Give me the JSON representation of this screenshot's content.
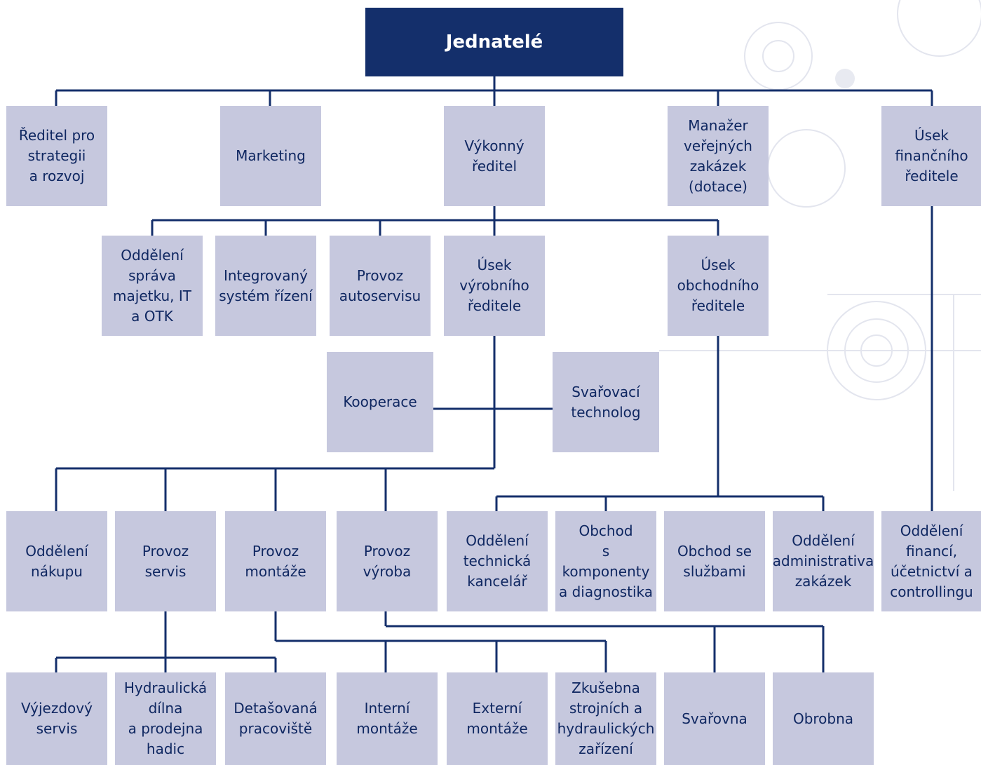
{
  "nodes": {
    "jednatele": "Jednatelé",
    "reditel_strategie": "Ředitel pro\nstrategii\na rozvoj",
    "marketing": "Marketing",
    "vykonny_reditel": "Výkonný\nředitel",
    "manazer_zakazek": "Manažer\nveřejných\nzakázek\n(dotace)",
    "usek_financniho": "Úsek\nfinančního\nředitele",
    "oddeleni_sprava": "Oddělení\nspráva\nmajetku, IT\na OTK",
    "integrovany_system": "Integrovaný\nsystém řízení",
    "provoz_autoservisu": "Provoz\nautoservisu",
    "usek_vyrobniho": "Úsek\nvýrobního\nředitele",
    "usek_obchodniho": "Úsek\nobchodního\nředitele",
    "kooperace": "Kooperace",
    "svarovaci_technolog": "Svařovací\ntechnolog",
    "oddeleni_nakupu": "Oddělení\nnákupu",
    "provoz_servis": "Provoz\nservis",
    "provoz_montaze": "Provoz\nmontáže",
    "provoz_vyroba": "Provoz\nvýroba",
    "oddeleni_technicka": "Oddělení\ntechnická\nkancelář",
    "obchod_komponenty": "Obchod\ns komponenty\na diagnostika",
    "obchod_sluzbami": "Obchod se\nslužbami",
    "oddeleni_administrativa": "Oddělení\nadministrativa\nzakázek",
    "oddeleni_financi": "Oddělení\nfinancí,\núčetnictví a\ncontrollingu",
    "vyjezdovy_servis": "Výjezdový\nservis",
    "hydraulicka_dilna": "Hydraulická\ndílna\na prodejna\nhadic",
    "detasovana": "Detašovaná\npracoviště",
    "interni_montaze": "Interní\nmontáže",
    "externi_montaze": "Externí\nmontáže",
    "zkusebna": "Zkušebna\nstrojních a\nhydraulických\nzařízení",
    "svarovna": "Svařovna",
    "obrobna": "Obrobna"
  },
  "colors": {
    "top_fill": "#142f6b",
    "box_fill": "#c6c8de",
    "text": "#0f2761",
    "line": "#142f6b"
  }
}
